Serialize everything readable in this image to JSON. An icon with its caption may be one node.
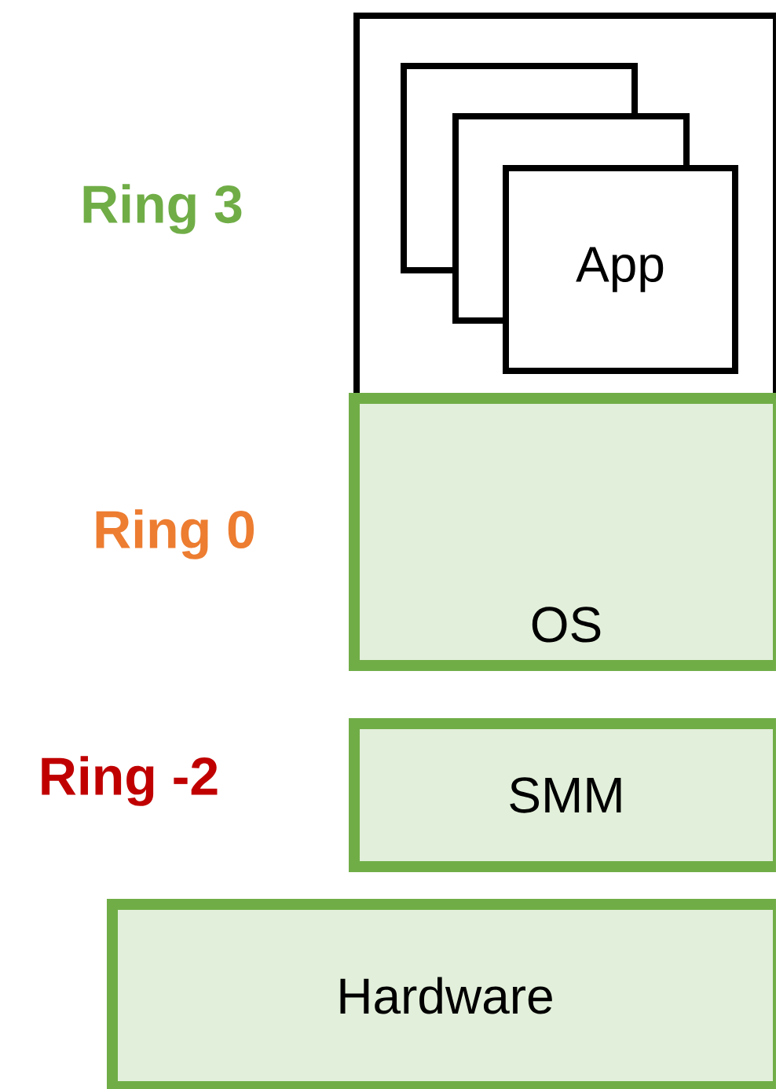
{
  "diagram": {
    "nodes": [
      {
        "text": [],
        "shape": "box"
      },
      {
        "text": [],
        "shape": "box",
        "in": 0
      },
      {
        "text": [],
        "shape": "box",
        "in": 0
      },
      {
        "text": [
          "App"
        ],
        "in": 0
      },
      {
        "text": [
          "OS"
        ]
      },
      {
        "text": [
          "SMM"
        ]
      },
      {
        "text": [
          "Hardware"
        ]
      }
    ],
    "labels": [
      "Ring 3",
      "Ring 0",
      "Ring -2"
    ]
  }
}
